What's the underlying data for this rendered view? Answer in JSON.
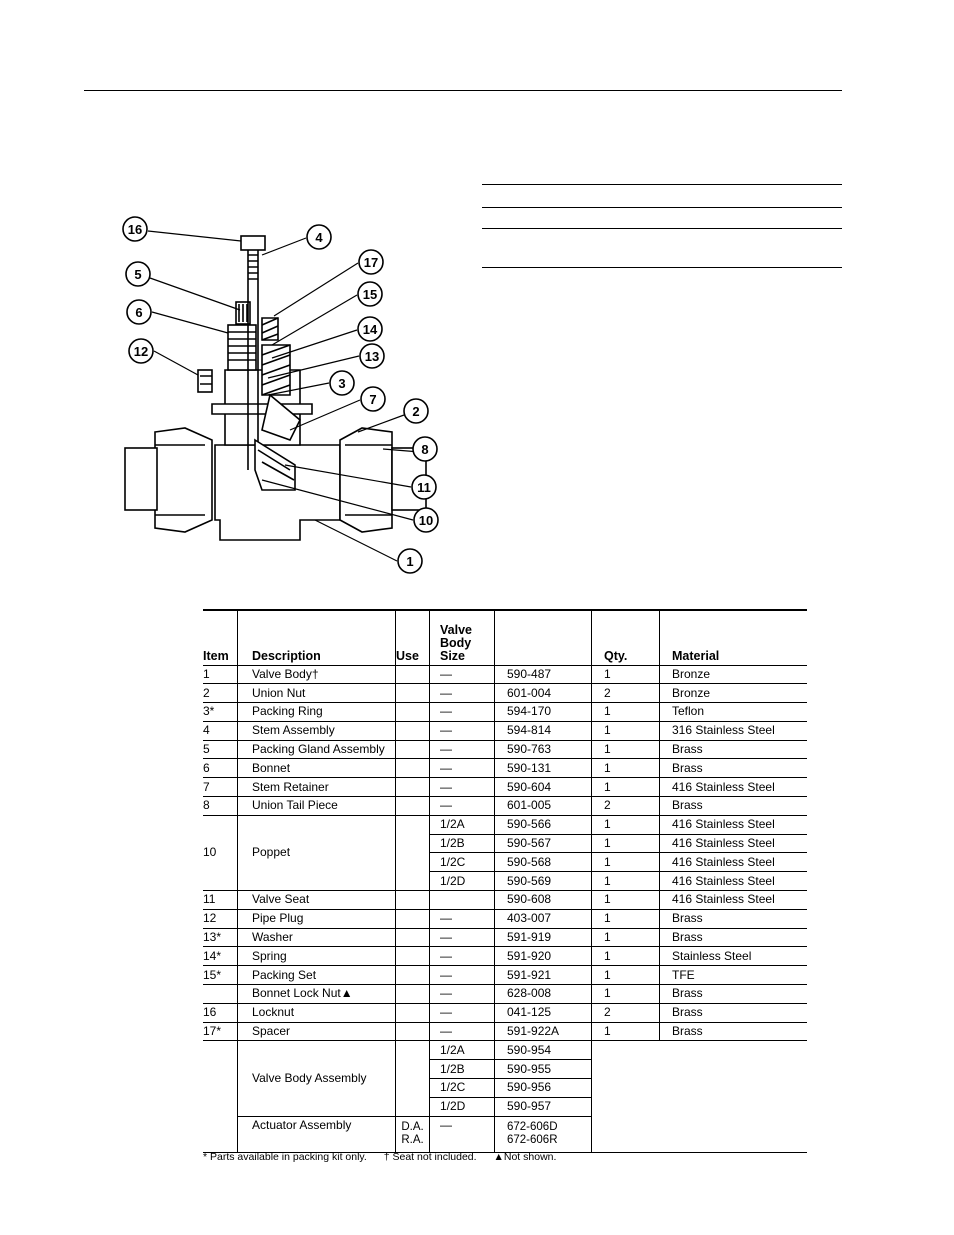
{
  "callouts": [
    "16",
    "4",
    "17",
    "15",
    "14",
    "13",
    "3",
    "7",
    "2",
    "8",
    "11",
    "10",
    "1",
    "5",
    "6",
    "12"
  ],
  "table": {
    "headers": {
      "item": "Item",
      "description": "Description",
      "use": "Use",
      "size": [
        "Valve",
        "Body",
        "Size"
      ],
      "part_no": "",
      "qty": "Qty.",
      "material": "Material"
    },
    "rows": [
      {
        "item": "1",
        "description": "Valve Body†",
        "use": "",
        "size": "—",
        "part": "590-487",
        "qty": "1",
        "material": "Bronze"
      },
      {
        "item": "2",
        "description": "Union Nut",
        "use": "",
        "size": "—",
        "part": "601-004",
        "qty": "2",
        "material": "Bronze"
      },
      {
        "item": "3*",
        "description": "Packing Ring",
        "use": "",
        "size": "—",
        "part": "594-170",
        "qty": "1",
        "material": "Teflon"
      },
      {
        "item": "4",
        "description": "Stem Assembly",
        "use": "",
        "size": "—",
        "part": "594-814",
        "qty": "1",
        "material": "316 Stainless Steel"
      },
      {
        "item": "5",
        "description": "Packing Gland Assembly",
        "use": "",
        "size": "—",
        "part": "590-763",
        "qty": "1",
        "material": "Brass"
      },
      {
        "item": "6",
        "description": "Bonnet",
        "use": "",
        "size": "—",
        "part": "590-131",
        "qty": "1",
        "material": "Brass"
      },
      {
        "item": "7",
        "description": "Stem Retainer",
        "use": "",
        "size": "—",
        "part": "590-604",
        "qty": "1",
        "material": "416 Stainless Steel"
      },
      {
        "item": "8",
        "description": "Union Tail Piece",
        "use": "",
        "size": "—",
        "part": "601-005",
        "qty": "2",
        "material": "Brass"
      }
    ],
    "poppet": {
      "item": "10",
      "description": "Poppet",
      "rows": [
        {
          "size": "1/2A",
          "part": "590-566",
          "qty": "1",
          "material": "416 Stainless Steel"
        },
        {
          "size": "1/2B",
          "part": "590-567",
          "qty": "1",
          "material": "416 Stainless Steel"
        },
        {
          "size": "1/2C",
          "part": "590-568",
          "qty": "1",
          "material": "416 Stainless Steel"
        },
        {
          "size": "1/2D",
          "part": "590-569",
          "qty": "1",
          "material": "416 Stainless Steel"
        }
      ]
    },
    "rows2": [
      {
        "item": "11",
        "description": "Valve Seat",
        "use": "",
        "size": "",
        "part": "590-608",
        "qty": "1",
        "material": "416 Stainless Steel"
      },
      {
        "item": "12",
        "description": "Pipe Plug",
        "use": "",
        "size": "—",
        "part": "403-007",
        "qty": "1",
        "material": "Brass"
      },
      {
        "item": "13*",
        "description": "Washer",
        "use": "",
        "size": "—",
        "part": "591-919",
        "qty": "1",
        "material": "Brass"
      },
      {
        "item": "14*",
        "description": "Spring",
        "use": "",
        "size": "—",
        "part": "591-920",
        "qty": "1",
        "material": "Stainless Steel"
      },
      {
        "item": "15*",
        "description": "Packing Set",
        "use": "",
        "size": "—",
        "part": "591-921",
        "qty": "1",
        "material": "TFE"
      },
      {
        "item": "",
        "description": "Bonnet Lock Nut▲",
        "use": "",
        "size": "—",
        "part": "628-008",
        "qty": "1",
        "material": "Brass"
      },
      {
        "item": "16",
        "description": "Locknut",
        "use": "",
        "size": "—",
        "part": "041-125",
        "qty": "2",
        "material": "Brass"
      },
      {
        "item": "17*",
        "description": "Spacer",
        "use": "",
        "size": "—",
        "part": "591-922A",
        "qty": "1",
        "material": "Brass"
      }
    ],
    "valve_body_assembly": {
      "description": "Valve Body Assembly",
      "rows": [
        {
          "size": "1/2A",
          "part": "590-954"
        },
        {
          "size": "1/2B",
          "part": "590-955"
        },
        {
          "size": "1/2C",
          "part": "590-956"
        },
        {
          "size": "1/2D",
          "part": "590-957"
        }
      ]
    },
    "actuator_assembly": {
      "description": "Actuator Assembly",
      "use": [
        "D.A.",
        "R.A."
      ],
      "size": "—",
      "parts": [
        "672-606D",
        "672-606R"
      ]
    }
  },
  "footnotes": {
    "kit": "* Parts available in packing kit only.",
    "seat": "† Seat not included.",
    "not_shown": "▲Not shown."
  }
}
